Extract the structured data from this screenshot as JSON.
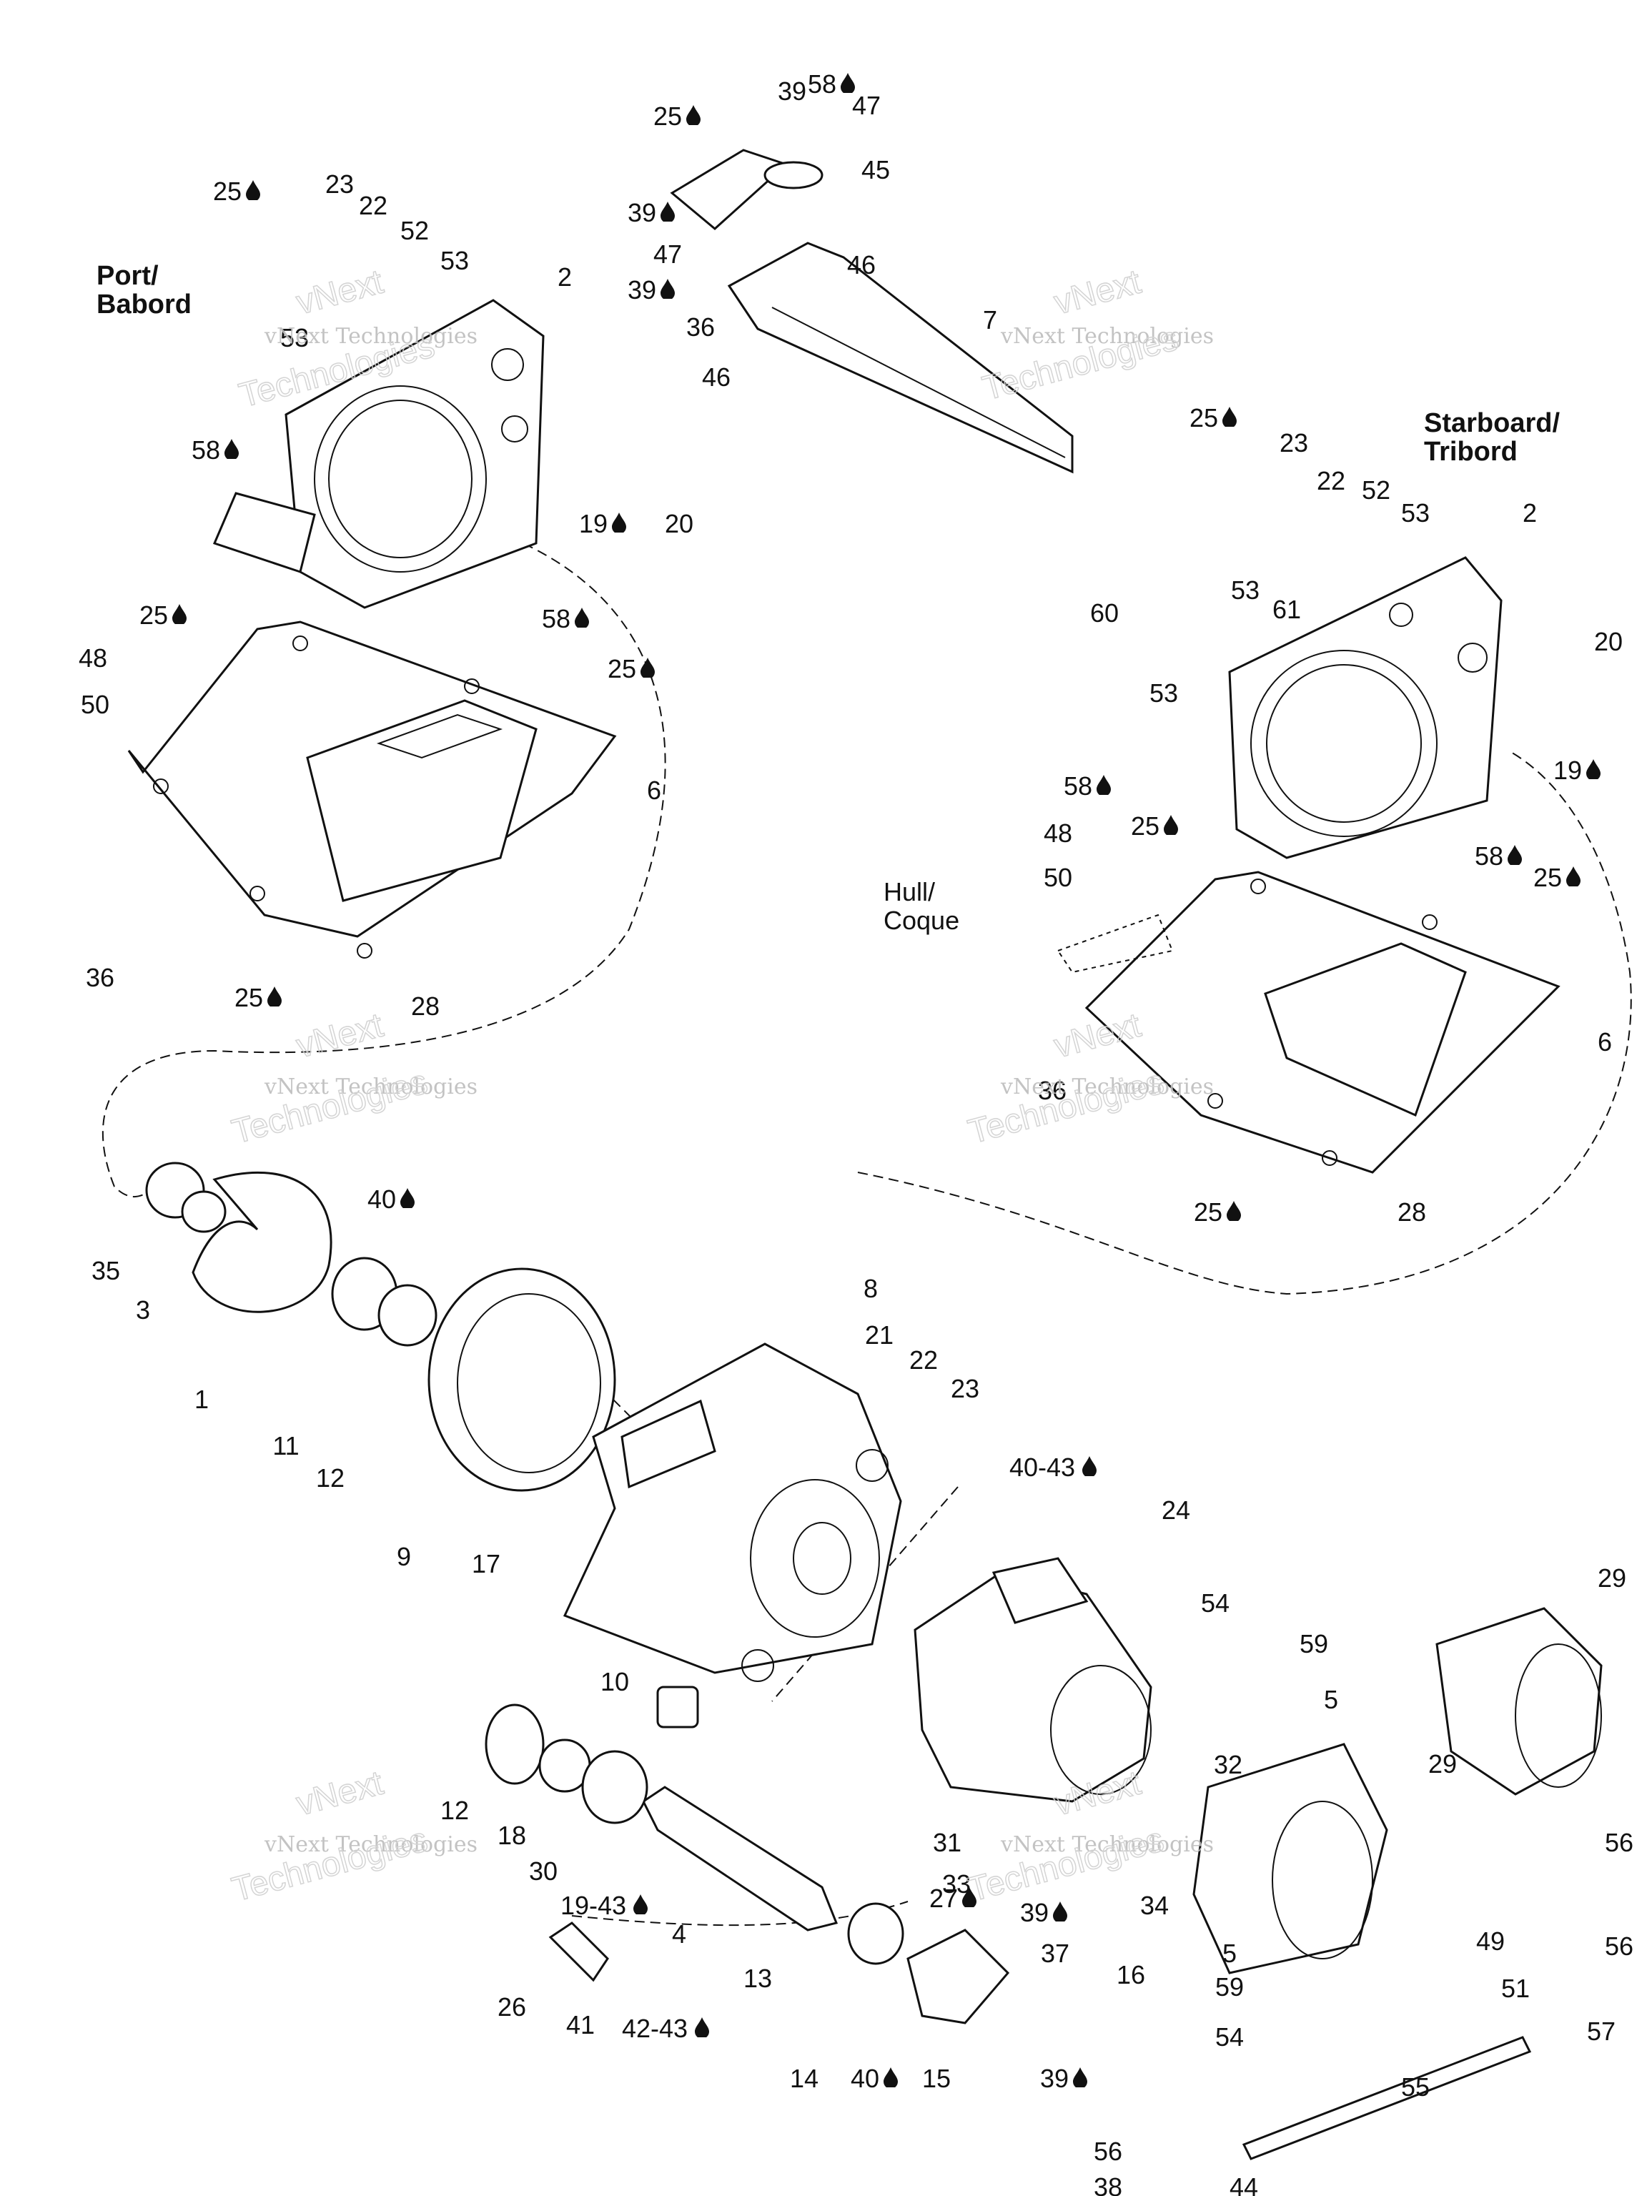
{
  "headers": {
    "port": [
      "Port/",
      "Babord"
    ],
    "starboard": [
      "Starboard/",
      "Tribord"
    ],
    "hull": [
      "Hull/",
      "Coque"
    ]
  },
  "watermark": {
    "line1": "vNext",
    "line2": "Technologies",
    "small": "vNext Technologies"
  },
  "callouts": [
    {
      "text": "58",
      "drop": true
    },
    {
      "text": "39",
      "drop": false
    },
    {
      "text": "47",
      "drop": false
    },
    {
      "text": "25",
      "drop": true
    },
    {
      "text": "45",
      "drop": false
    },
    {
      "text": "39",
      "drop": true
    },
    {
      "text": "47",
      "drop": false
    },
    {
      "text": "39",
      "drop": true
    },
    {
      "text": "36",
      "drop": false
    },
    {
      "text": "46",
      "drop": false
    },
    {
      "text": "46",
      "drop": false
    },
    {
      "text": "7",
      "drop": false
    },
    {
      "text": "25",
      "drop": true
    },
    {
      "text": "23",
      "drop": false
    },
    {
      "text": "22",
      "drop": false
    },
    {
      "text": "52",
      "drop": false
    },
    {
      "text": "53",
      "drop": false
    },
    {
      "text": "2",
      "drop": false
    },
    {
      "text": "53",
      "drop": false
    },
    {
      "text": "58",
      "drop": true
    },
    {
      "text": "19",
      "drop": true
    },
    {
      "text": "20",
      "drop": false
    },
    {
      "text": "25",
      "drop": true
    },
    {
      "text": "58",
      "drop": true
    },
    {
      "text": "48",
      "drop": false
    },
    {
      "text": "50",
      "drop": false
    },
    {
      "text": "25",
      "drop": true
    },
    {
      "text": "6",
      "drop": false
    },
    {
      "text": "36",
      "drop": false
    },
    {
      "text": "25",
      "drop": true
    },
    {
      "text": "28",
      "drop": false
    },
    {
      "text": "25",
      "drop": true
    },
    {
      "text": "23",
      "drop": false
    },
    {
      "text": "22",
      "drop": false
    },
    {
      "text": "52",
      "drop": false
    },
    {
      "text": "53",
      "drop": false
    },
    {
      "text": "2",
      "drop": false
    },
    {
      "text": "60",
      "drop": false
    },
    {
      "text": "53",
      "drop": false
    },
    {
      "text": "61",
      "drop": false
    },
    {
      "text": "20",
      "drop": false
    },
    {
      "text": "53",
      "drop": false
    },
    {
      "text": "19",
      "drop": true
    },
    {
      "text": "58",
      "drop": true
    },
    {
      "text": "48",
      "drop": false
    },
    {
      "text": "25",
      "drop": true
    },
    {
      "text": "50",
      "drop": false
    },
    {
      "text": "58",
      "drop": true
    },
    {
      "text": "25",
      "drop": true
    },
    {
      "text": "6",
      "drop": false
    },
    {
      "text": "36",
      "drop": false
    },
    {
      "text": "25",
      "drop": true
    },
    {
      "text": "28",
      "drop": false
    },
    {
      "text": "40",
      "drop": true
    },
    {
      "text": "35",
      "drop": false
    },
    {
      "text": "3",
      "drop": false
    },
    {
      "text": "1",
      "drop": false
    },
    {
      "text": "11",
      "drop": false
    },
    {
      "text": "12",
      "drop": false
    },
    {
      "text": "8",
      "drop": false
    },
    {
      "text": "21",
      "drop": false
    },
    {
      "text": "22",
      "drop": false
    },
    {
      "text": "23",
      "drop": false
    },
    {
      "text": "9",
      "drop": false
    },
    {
      "text": "17",
      "drop": false
    },
    {
      "text": "40-43",
      "drop": true
    },
    {
      "text": "24",
      "drop": false
    },
    {
      "text": "29",
      "drop": false
    },
    {
      "text": "54",
      "drop": false
    },
    {
      "text": "59",
      "drop": false
    },
    {
      "text": "5",
      "drop": false
    },
    {
      "text": "10",
      "drop": false
    },
    {
      "text": "32",
      "drop": false
    },
    {
      "text": "29",
      "drop": false
    },
    {
      "text": "12",
      "drop": false
    },
    {
      "text": "18",
      "drop": false
    },
    {
      "text": "30",
      "drop": false
    },
    {
      "text": "19-43",
      "drop": true
    },
    {
      "text": "31",
      "drop": false
    },
    {
      "text": "33",
      "drop": false
    },
    {
      "text": "34",
      "drop": false
    },
    {
      "text": "39",
      "drop": true
    },
    {
      "text": "56",
      "drop": false
    },
    {
      "text": "4",
      "drop": false
    },
    {
      "text": "27",
      "drop": true
    },
    {
      "text": "37",
      "drop": false
    },
    {
      "text": "49",
      "drop": false
    },
    {
      "text": "5",
      "drop": false
    },
    {
      "text": "56",
      "drop": false
    },
    {
      "text": "13",
      "drop": false
    },
    {
      "text": "16",
      "drop": false
    },
    {
      "text": "59",
      "drop": false
    },
    {
      "text": "51",
      "drop": false
    },
    {
      "text": "26",
      "drop": false
    },
    {
      "text": "41",
      "drop": false
    },
    {
      "text": "42-43",
      "drop": true
    },
    {
      "text": "14",
      "drop": false
    },
    {
      "text": "40",
      "drop": true
    },
    {
      "text": "15",
      "drop": false
    },
    {
      "text": "39",
      "drop": true
    },
    {
      "text": "54",
      "drop": false
    },
    {
      "text": "57",
      "drop": false
    },
    {
      "text": "55",
      "drop": false
    },
    {
      "text": "56",
      "drop": false
    },
    {
      "text": "38",
      "drop": false
    },
    {
      "text": "44",
      "drop": false
    }
  ]
}
